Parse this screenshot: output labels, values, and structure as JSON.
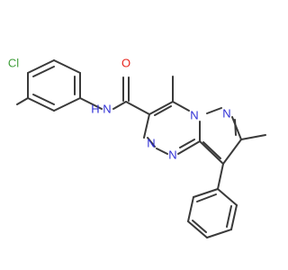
{
  "colors": {
    "bond": "#3a3a3a",
    "carbon": "#3a3a3a",
    "nitrogen": "#2f2fd6",
    "oxygen": "#e8251d",
    "chlorine": "#3f9e3a",
    "background": "#ffffff"
  },
  "labels": {
    "cl": "Cl",
    "o": "O",
    "nh_n": "N",
    "nh_h": "H",
    "n_bridge": "N",
    "n_pyrazole": "N",
    "n_triazine_a": "N",
    "n_triazine_b": "N"
  }
}
